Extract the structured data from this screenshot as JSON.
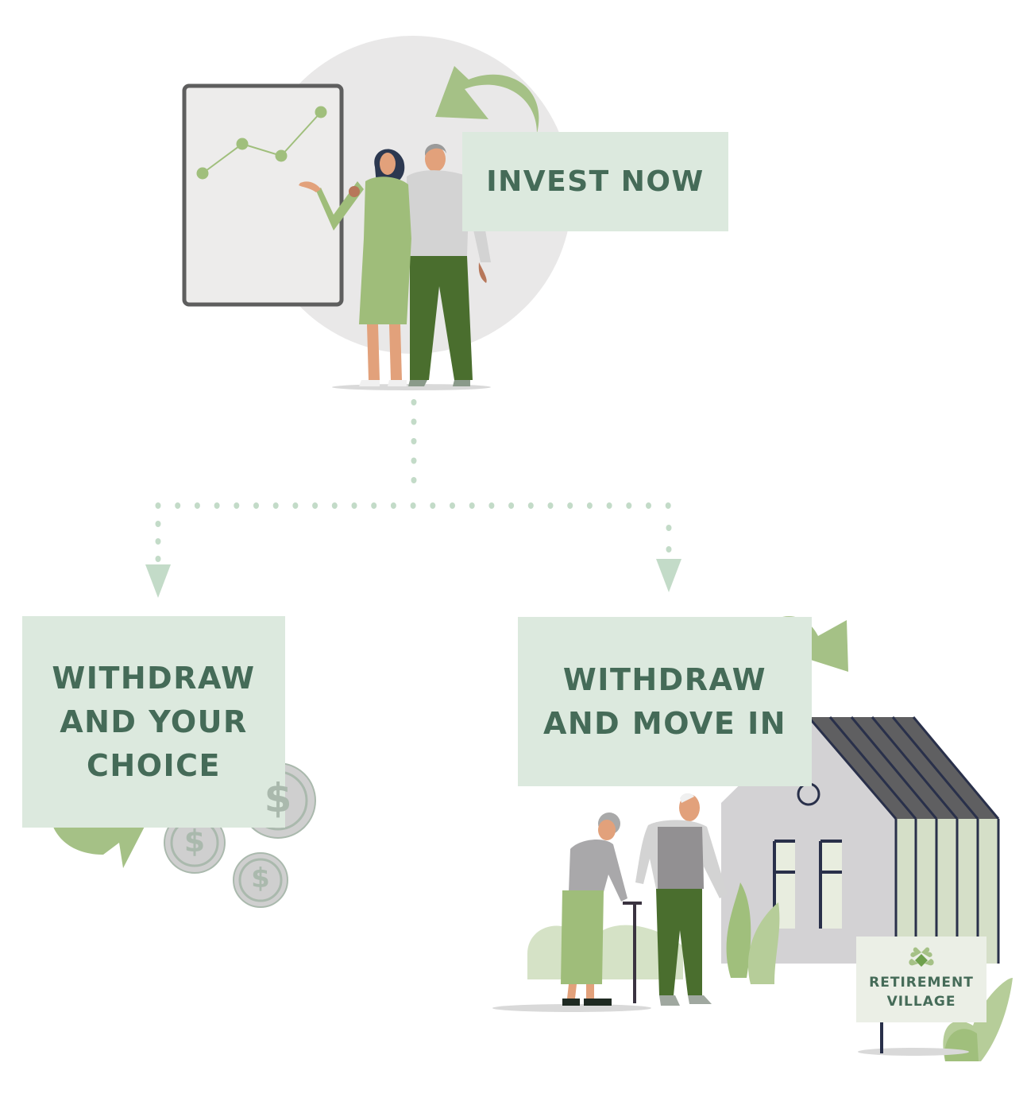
{
  "diagram": {
    "title": "Retirement investment flow",
    "colors": {
      "label_bg": "#dce9de",
      "label_text": "#456b58",
      "arrow_green": "#a5c186",
      "dots": "#c3dbc8",
      "board_frame": "#5e5e5e",
      "board_fill": "#edeceb",
      "circle_bg": "#e9e8e8",
      "chart_green": "#a0bf7c",
      "house_wall": "#d3d2d4",
      "roof": "#5f5f61",
      "trim_navy": "#29304a",
      "siding": "#d5dfc8",
      "coin": "#cfcfcf",
      "coin_ring": "#aab9ad"
    },
    "nodes": {
      "invest": {
        "label": "INVEST NOW"
      },
      "withdraw_choice": {
        "lines": [
          "WITHDRAW",
          "AND YOUR",
          "CHOICE"
        ]
      },
      "withdraw_move": {
        "lines": [
          "WITHDRAW",
          "AND MOVE IN"
        ]
      }
    },
    "sign": {
      "lines": [
        "RETIREMENT",
        "VILLAGE"
      ]
    },
    "board_chart": {
      "points": [
        1,
        2,
        1.6,
        3.2
      ]
    },
    "coins": {
      "symbol": "$",
      "count": 3
    },
    "edges": [
      {
        "from": "invest",
        "to": "withdraw_choice"
      },
      {
        "from": "invest",
        "to": "withdraw_move"
      }
    ]
  }
}
